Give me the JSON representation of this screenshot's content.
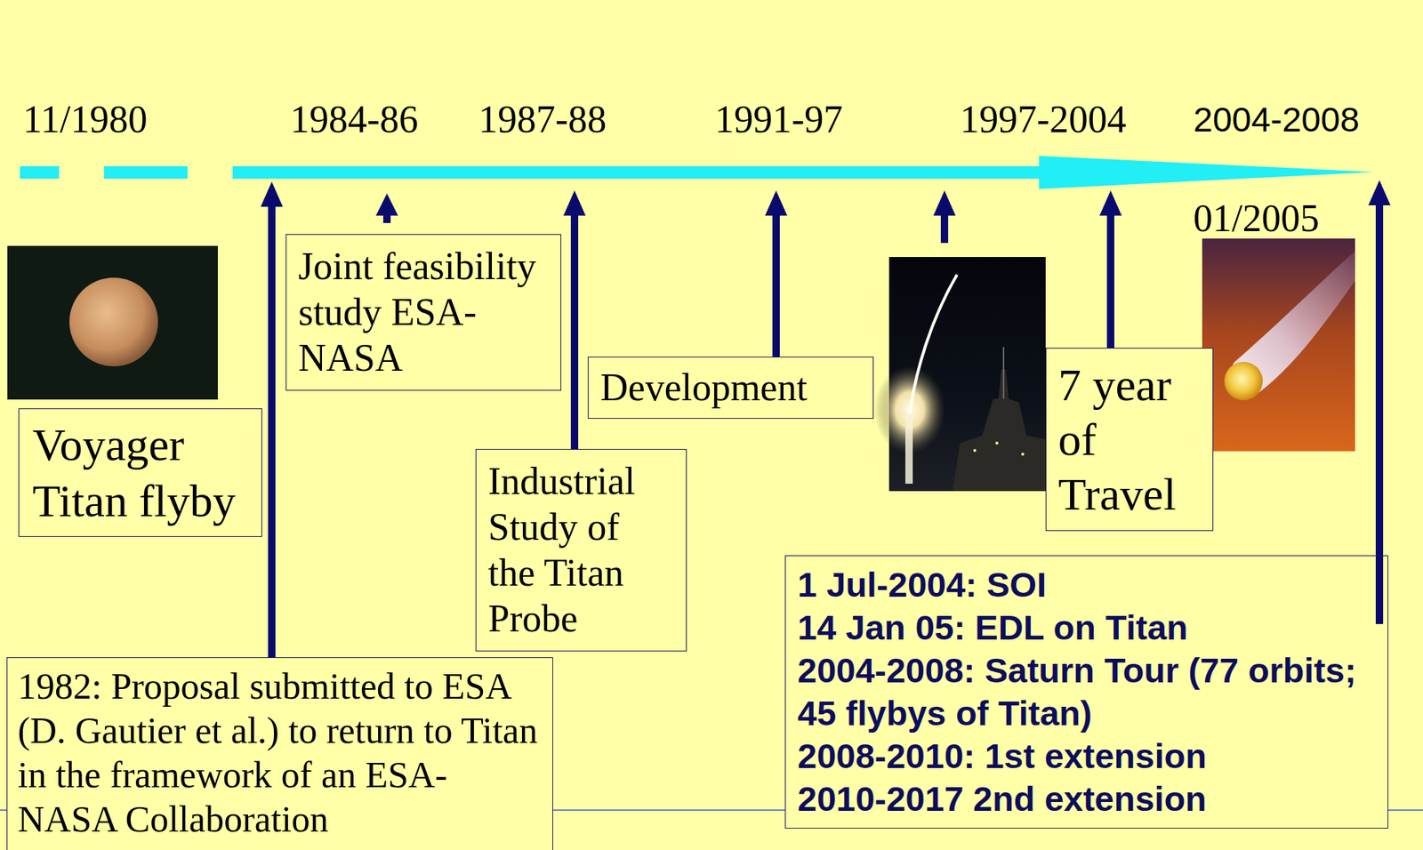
{
  "diagram": {
    "nodes": [
      {
        "text": [
          "Voyager Titan flyby"
        ]
      },
      {
        "text": [
          "1982: Proposal submitted to ESA (D. Gautier et al.) to return to Titan in the framework of an ESA-NASA Collaboration"
        ]
      },
      {
        "text": [
          "Joint feasibility study ESA-NASA"
        ]
      },
      {
        "text": [
          "Industrial Study of the Titan Probe"
        ]
      },
      {
        "text": [
          "Development"
        ]
      },
      {
        "text": [
          "7 year of Travel"
        ]
      },
      {
        "text": [
          "1 Jul-2004: SOI",
          "14 Jan 05: EDL on Titan",
          "2004-2008: Saturn Tour (77 orbits; 45 flybys of Titan)",
          "2008-2010: 1st extension",
          "2010-2017 2nd extension"
        ]
      }
    ],
    "labels": [
      "11/1980",
      "1984-86",
      "1987-88",
      "1991-97",
      "1997-2004",
      "2004-2008",
      "01/2005"
    ]
  }
}
